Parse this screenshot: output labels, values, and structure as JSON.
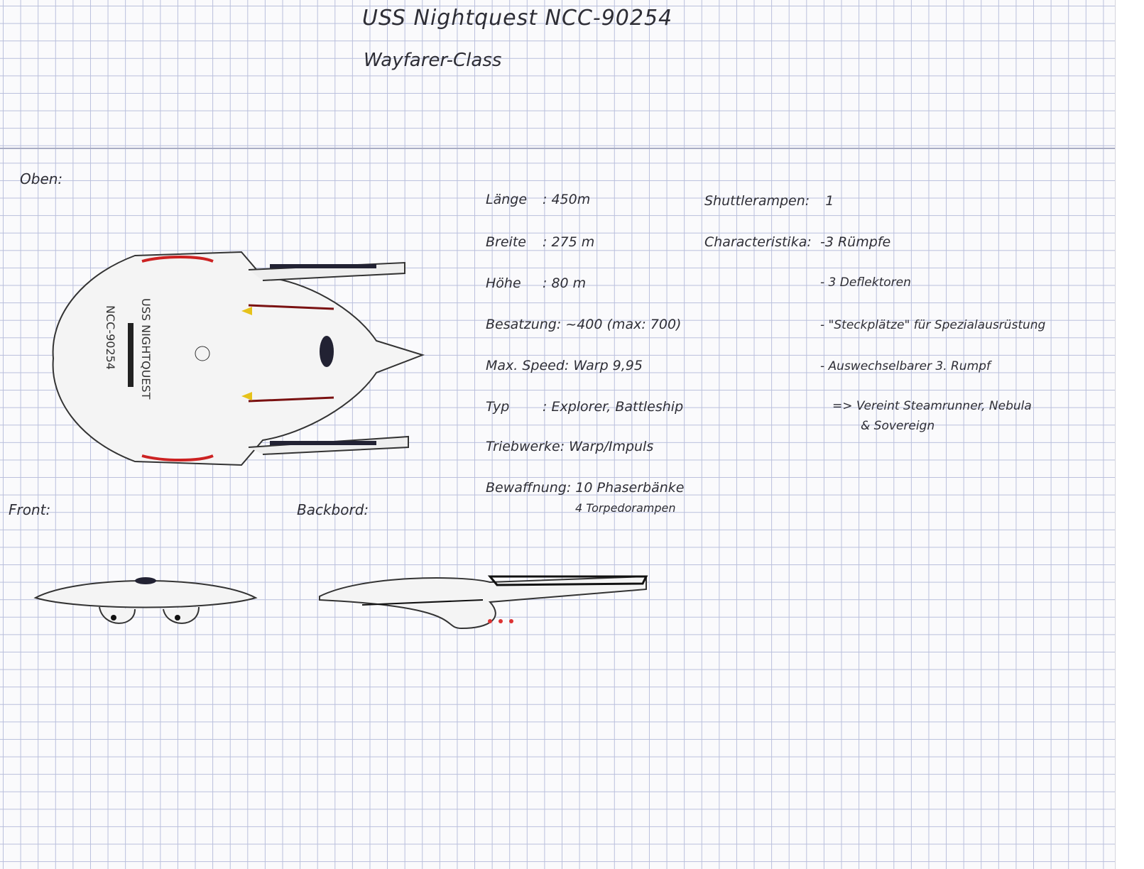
{
  "header": {
    "title": "USS Nightquest  NCC-90254",
    "subtitle": "Wayfarer-Class"
  },
  "views": {
    "top": "Oben:",
    "front": "Front:",
    "side": "Backbord:"
  },
  "hull_markings": {
    "name": "USS NIGHTQUEST",
    "registry": "NCC-90254"
  },
  "specs": [
    {
      "key": "Länge",
      "value": "450m"
    },
    {
      "key": "Breite",
      "value": "275 m"
    },
    {
      "key": "Höhe",
      "value": "80 m"
    },
    {
      "key": "Besatzung",
      "value": "~400 (max: 700)"
    },
    {
      "key": "Max. Speed",
      "value": "Warp 9,95"
    },
    {
      "key": "Typ",
      "value": "Explorer, Battleship"
    },
    {
      "key": "Triebwerke",
      "value": "Warp/Impuls"
    },
    {
      "key": "Bewaffnung",
      "value": "10 Phaserbänke"
    }
  ],
  "armament_extra": "4 Torpedorampen",
  "shuttle": {
    "key": "Shuttlerampen",
    "value": "1"
  },
  "characteristics": {
    "key": "Characteristika",
    "items": [
      "-3 Rümpfe",
      "- 3 Deflektoren",
      "- \"Steckplätze\" für Spezialausrüstung",
      "- Auswechselbarer 3. Rumpf",
      "=> Vereint Steamrunner, Nebula",
      "& Sovereign"
    ]
  }
}
